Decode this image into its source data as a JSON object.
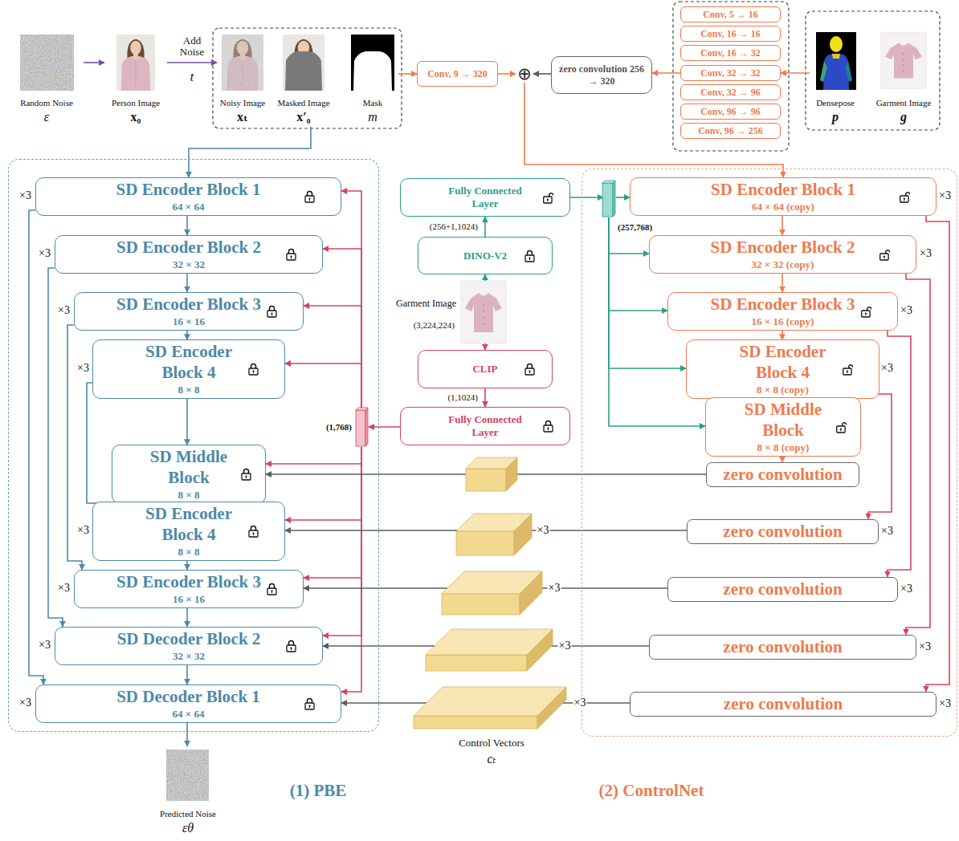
{
  "diagram": {
    "nodes": [
      {
        "text": [
          "Random Noise",
          "ε"
        ]
      },
      {
        "text": [
          "Person Image",
          "x₀"
        ]
      },
      {
        "text": [
          "Noisy Image",
          "xₜ"
        ]
      },
      {
        "text": [
          "Masked Image",
          "x′₀"
        ]
      },
      {
        "text": [
          "Mask",
          "m"
        ]
      },
      {
        "text": [
          "Conv, 9 → 320"
        ]
      },
      {
        "text": [
          "⊕"
        ]
      },
      {
        "text": [
          "zero convolution 256 → 320"
        ]
      },
      {
        "text": [
          "Conv, 5 → 16"
        ]
      },
      {
        "text": [
          "Conv, 16 → 16"
        ]
      },
      {
        "text": [
          "Conv, 16 → 32"
        ]
      },
      {
        "text": [
          "Conv, 32 → 32"
        ]
      },
      {
        "text": [
          "Conv, 32 → 96"
        ]
      },
      {
        "text": [
          "Conv, 96 → 96"
        ]
      },
      {
        "text": [
          "Conv, 96 → 256"
        ]
      },
      {
        "text": [
          "Densepose",
          "p"
        ]
      },
      {
        "text": [
          "Garment Image",
          "g"
        ]
      },
      {
        "text": [
          "(1) PBE"
        ]
      },
      {
        "text": [
          "SD Encoder Block 1",
          "64 × 64"
        ],
        "in": 17
      },
      {
        "text": [
          "SD Encoder Block 2",
          "32 × 32"
        ],
        "in": 17
      },
      {
        "text": [
          "SD Encoder Block 3",
          "16 × 16"
        ],
        "in": 17
      },
      {
        "text": [
          "SD Encoder Block 4",
          "8 × 8"
        ],
        "in": 17
      },
      {
        "text": [
          "SD Middle Block",
          "8 × 8"
        ],
        "in": 17
      },
      {
        "text": [
          "SD Encoder Block 4",
          "8 × 8"
        ],
        "in": 17
      },
      {
        "text": [
          "SD Encoder Block 3",
          "16 × 16"
        ],
        "in": 17
      },
      {
        "text": [
          "SD Decoder Block 2",
          "32 × 32"
        ],
        "in": 17
      },
      {
        "text": [
          "SD Decoder Block 1",
          "64 × 64"
        ],
        "in": 17
      },
      {
        "text": [
          "Predicted Noise",
          "εθ"
        ]
      },
      {
        "text": [
          "Fully Connected Layer"
        ]
      },
      {
        "text": [
          "DINO-V2"
        ]
      },
      {
        "text": [
          "Garment Image",
          "(3,224,224)"
        ]
      },
      {
        "text": [
          "CLIP"
        ]
      },
      {
        "text": [
          "Fully Connected Layer"
        ]
      },
      {
        "text": [
          "(1,768)"
        ],
        "in": 17
      },
      {
        "text": [
          "(2) ControlNet"
        ]
      },
      {
        "text": [
          "(257,768)"
        ],
        "in": 34
      },
      {
        "text": [
          "SD Encoder Block 1",
          "64 × 64 (copy)"
        ],
        "in": 34
      },
      {
        "text": [
          "SD Encoder Block 2",
          "32 × 32 (copy)"
        ],
        "in": 34
      },
      {
        "text": [
          "SD Encoder Block 3",
          "16 × 16 (copy)"
        ],
        "in": 34
      },
      {
        "text": [
          "SD Encoder Block 4",
          "8 × 8 (copy)"
        ],
        "in": 34
      },
      {
        "text": [
          "SD Middle Block",
          "8 × 8 (copy)"
        ],
        "in": 34
      },
      {
        "text": [
          "zero convolution"
        ],
        "in": 34
      },
      {
        "text": [
          "zero convolution"
        ],
        "in": 34
      },
      {
        "text": [
          "zero convolution"
        ],
        "in": 34
      },
      {
        "text": [
          "zero convolution"
        ],
        "in": 34
      },
      {
        "text": [
          "zero convolution"
        ],
        "in": 34
      }
    ],
    "edges": [
      {
        "from": 0,
        "to": 1,
        "arrow": "to"
      },
      {
        "from": 1,
        "to": 2,
        "label": "Add Noise",
        "arrow": "to"
      },
      {
        "from": 3,
        "to": 18,
        "arrow": "to"
      },
      {
        "from": 4,
        "to": 5,
        "arrow": "to"
      },
      {
        "from": 5,
        "to": 6,
        "arrow": "to"
      },
      {
        "from": 7,
        "to": 6,
        "arrow": "to"
      },
      {
        "from": 11,
        "to": 7,
        "arrow": "to"
      },
      {
        "from": 15,
        "to": 11,
        "arrow": "to"
      },
      {
        "from": 6,
        "to": 36,
        "arrow": "to"
      },
      {
        "from": 18,
        "to": 19,
        "arrow": "to"
      },
      {
        "from": 19,
        "to": 20,
        "arrow": "to"
      },
      {
        "from": 20,
        "to": 21,
        "arrow": "to"
      },
      {
        "from": 21,
        "to": 22,
        "arrow": "to"
      },
      {
        "from": 22,
        "to": 23,
        "arrow": "to"
      },
      {
        "from": 23,
        "to": 24,
        "arrow": "to"
      },
      {
        "from": 24,
        "to": 25,
        "arrow": "to"
      },
      {
        "from": 25,
        "to": 26,
        "arrow": "to"
      },
      {
        "from": 26,
        "to": 27,
        "arrow": "to"
      },
      {
        "from": 18,
        "to": 26,
        "arrow": "to"
      },
      {
        "from": 19,
        "to": 25,
        "arrow": "to"
      },
      {
        "from": 20,
        "to": 24,
        "arrow": "to"
      },
      {
        "from": 21,
        "to": 23,
        "arrow": "to"
      },
      {
        "from": 30,
        "to": 29,
        "arrow": "to"
      },
      {
        "from": 29,
        "to": 28,
        "arrow": "to"
      },
      {
        "from": 28,
        "to": 35,
        "arrow": "to"
      },
      {
        "from": 35,
        "to": 36,
        "arrow": "to"
      },
      {
        "from": 35,
        "to": 37,
        "arrow": "to"
      },
      {
        "from": 35,
        "to": 38,
        "arrow": "to"
      },
      {
        "from": 35,
        "to": 39,
        "arrow": "to"
      },
      {
        "from": 35,
        "to": 40,
        "arrow": "to"
      },
      {
        "from": 30,
        "to": 31,
        "arrow": "to"
      },
      {
        "from": 31,
        "to": 32,
        "arrow": "to"
      },
      {
        "from": 32,
        "to": 33,
        "arrow": "to"
      },
      {
        "from": 33,
        "to": 18,
        "arrow": "to"
      },
      {
        "from": 33,
        "to": 19,
        "arrow": "to"
      },
      {
        "from": 33,
        "to": 20,
        "arrow": "to"
      },
      {
        "from": 33,
        "to": 21,
        "arrow": "to"
      },
      {
        "from": 33,
        "to": 22,
        "arrow": "to"
      },
      {
        "from": 33,
        "to": 23,
        "arrow": "to"
      },
      {
        "from": 33,
        "to": 24,
        "arrow": "to"
      },
      {
        "from": 33,
        "to": 25,
        "arrow": "to"
      },
      {
        "from": 33,
        "to": 26,
        "arrow": "to"
      },
      {
        "from": 36,
        "to": 37,
        "arrow": "to"
      },
      {
        "from": 37,
        "to": 38,
        "arrow": "to"
      },
      {
        "from": 38,
        "to": 39,
        "arrow": "to"
      },
      {
        "from": 39,
        "to": 40,
        "arrow": "to"
      },
      {
        "from": 40,
        "to": 41,
        "arrow": "to"
      },
      {
        "from": 36,
        "to": 45,
        "arrow": "to"
      },
      {
        "from": 37,
        "to": 44,
        "arrow": "to"
      },
      {
        "from": 38,
        "to": 43,
        "arrow": "to"
      },
      {
        "from": 39,
        "to": 42,
        "arrow": "to"
      },
      {
        "from": 41,
        "to": 22,
        "arrow": "to"
      },
      {
        "from": 42,
        "to": 23,
        "label": "×3",
        "arrow": "to"
      },
      {
        "from": 43,
        "to": 24,
        "label": "×3",
        "arrow": "to"
      },
      {
        "from": 44,
        "to": 25,
        "label": "×3",
        "arrow": "to"
      },
      {
        "from": 45,
        "to": 26,
        "label": "×3",
        "arrow": "to"
      }
    ],
    "labels": [
      "t",
      "(256+1,1024)",
      "(1,1024)",
      "Control Vectors",
      "cₜ",
      "×3",
      "×3",
      "×3",
      "×3",
      "×3",
      "×3",
      "×3",
      "×3",
      "×3",
      "×3",
      "×3",
      "×3",
      "×3",
      "×3",
      "×3",
      "×3"
    ]
  }
}
